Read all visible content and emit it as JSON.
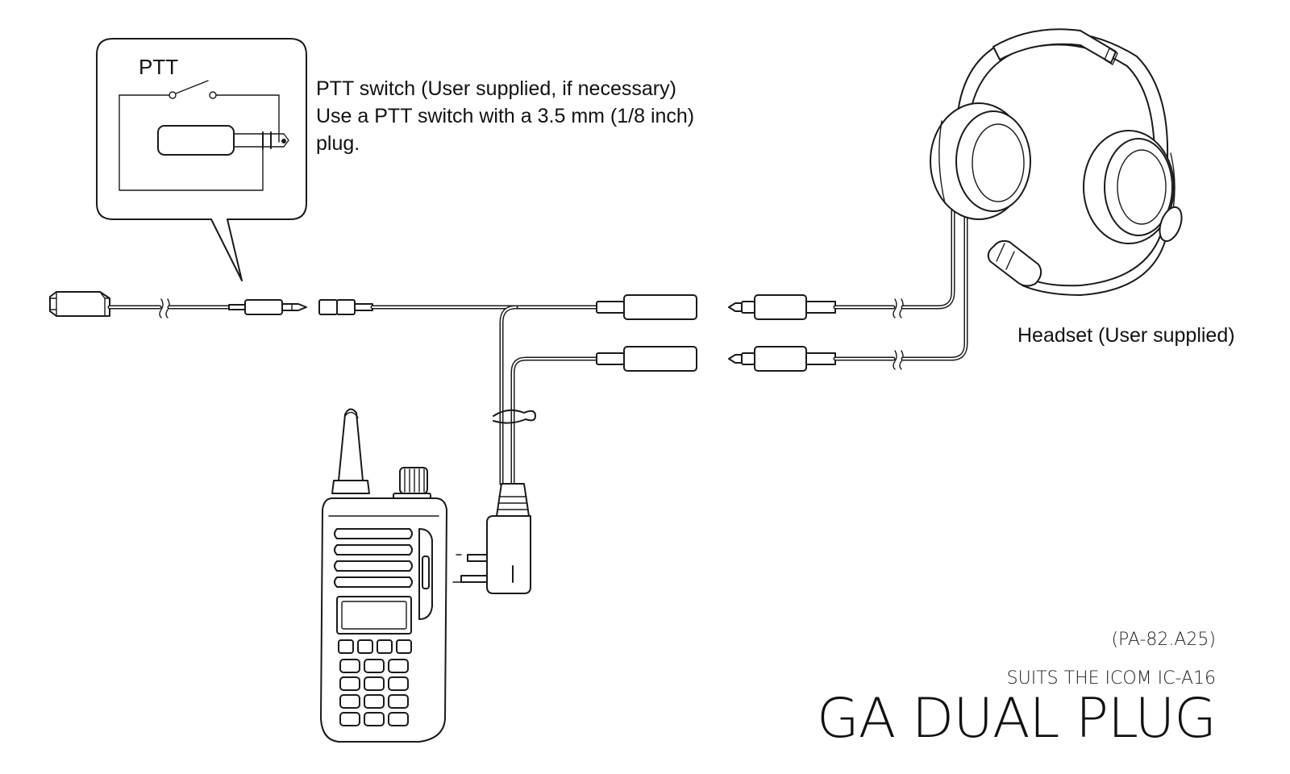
{
  "callout": {
    "ptt_title": "PTT",
    "note_lines": [
      "PTT switch (User supplied, if necessary)",
      "Use a PTT switch with a 3.5 mm (1/8 inch)",
      "plug."
    ]
  },
  "headset": {
    "label": "Headset (User supplied)"
  },
  "caption": {
    "part_number": "(PA-82.A25)",
    "suits": "SUITS THE ICOM IC-A16",
    "title": "GA DUAL PLUG"
  },
  "colors": {
    "ink": "#1a1a1a",
    "background": "#ffffff"
  }
}
